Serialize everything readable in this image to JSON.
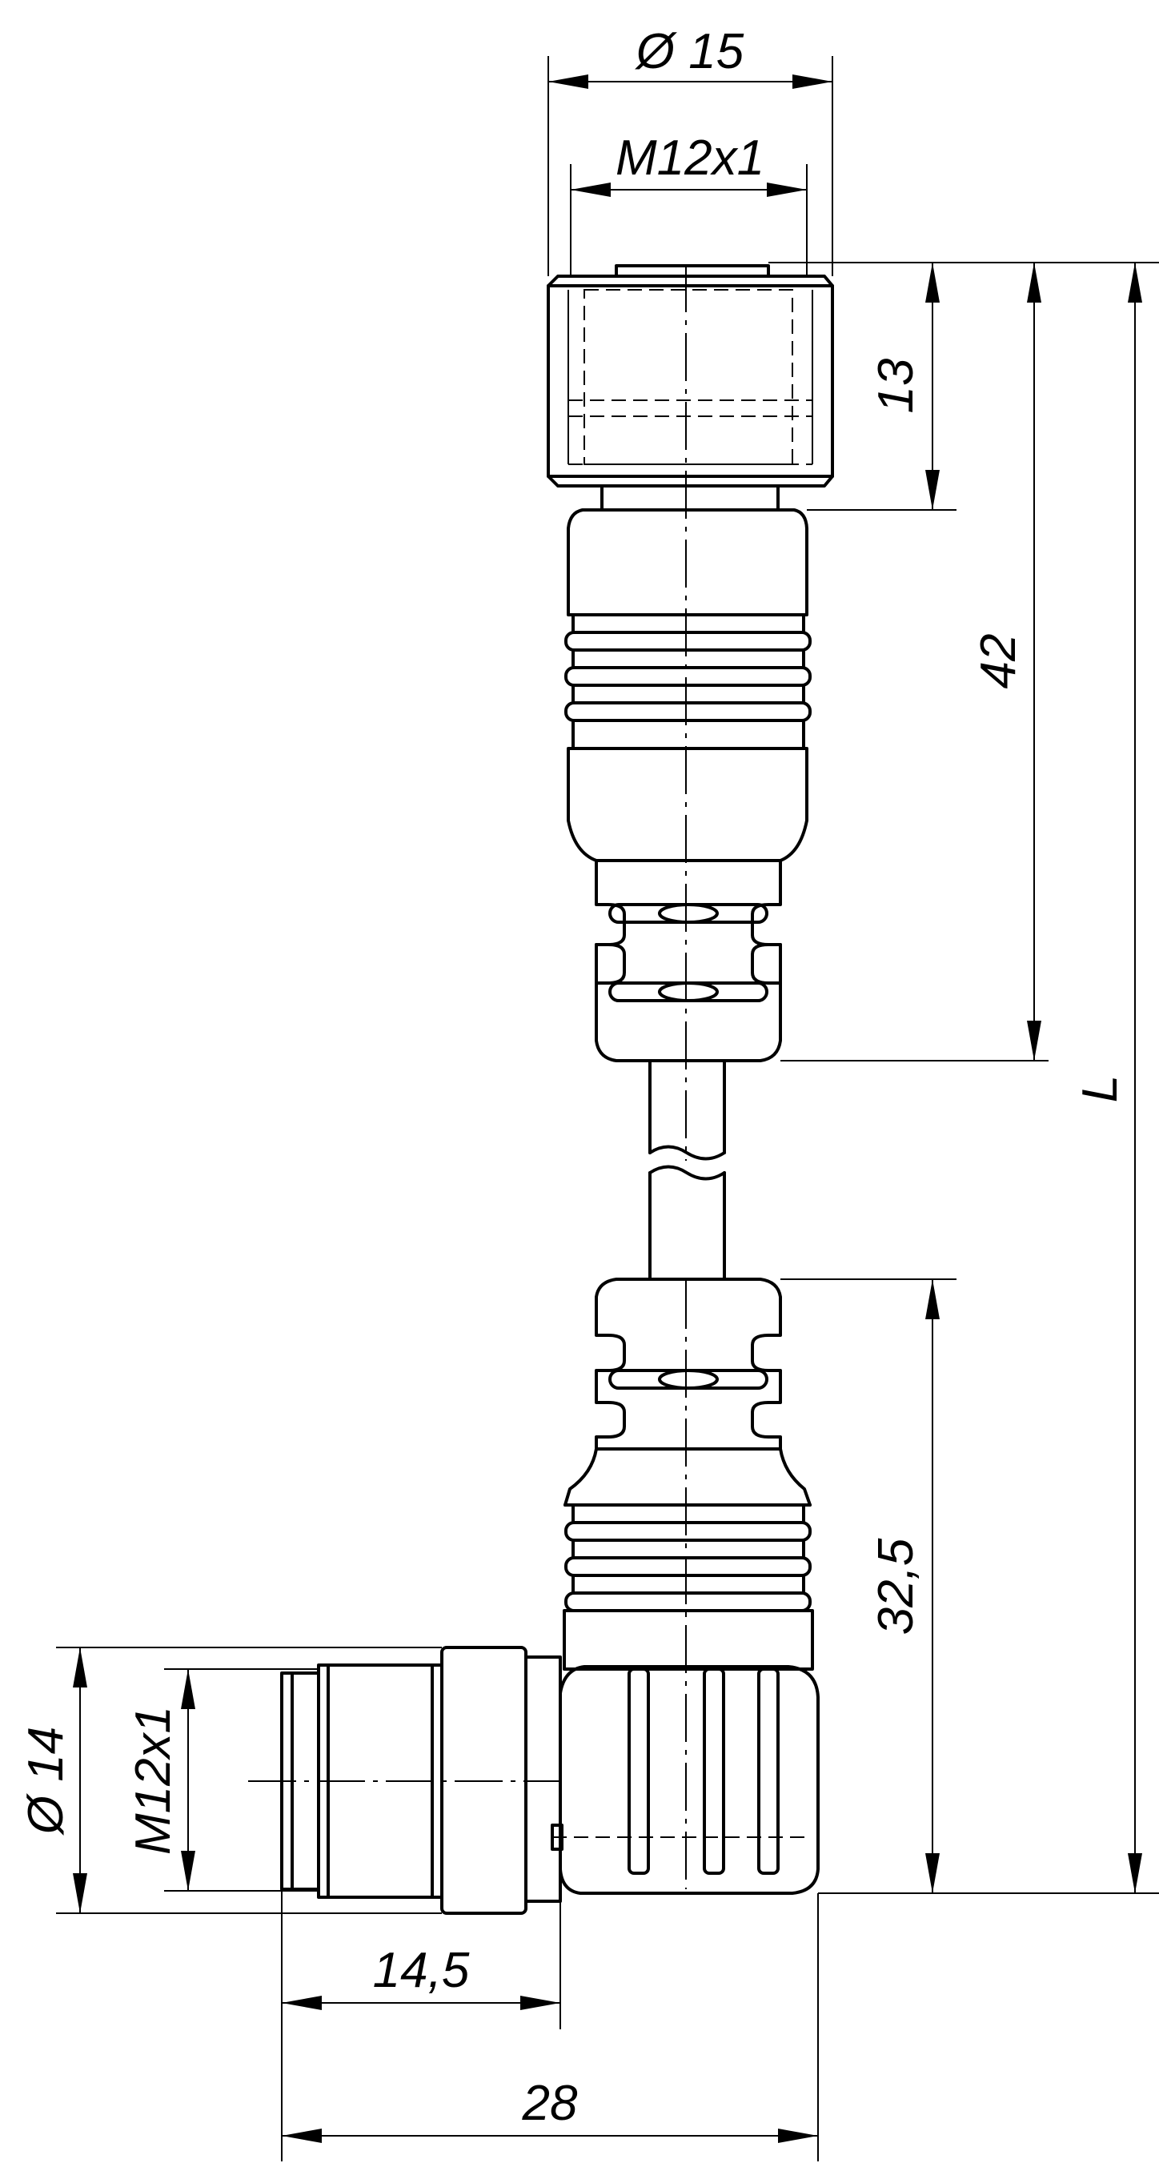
{
  "drawing": {
    "dimensions": {
      "top_outer_diameter": "Ø 15",
      "top_thread": "M12x1",
      "coupling_nut_length": "13",
      "straight_connector_length": "42",
      "total_length": "L",
      "angled_connector_length": "32,5",
      "bottom_outer_diameter": "Ø 14",
      "bottom_thread": "M12x1",
      "angled_offset": "14,5",
      "angled_width": "28"
    }
  }
}
